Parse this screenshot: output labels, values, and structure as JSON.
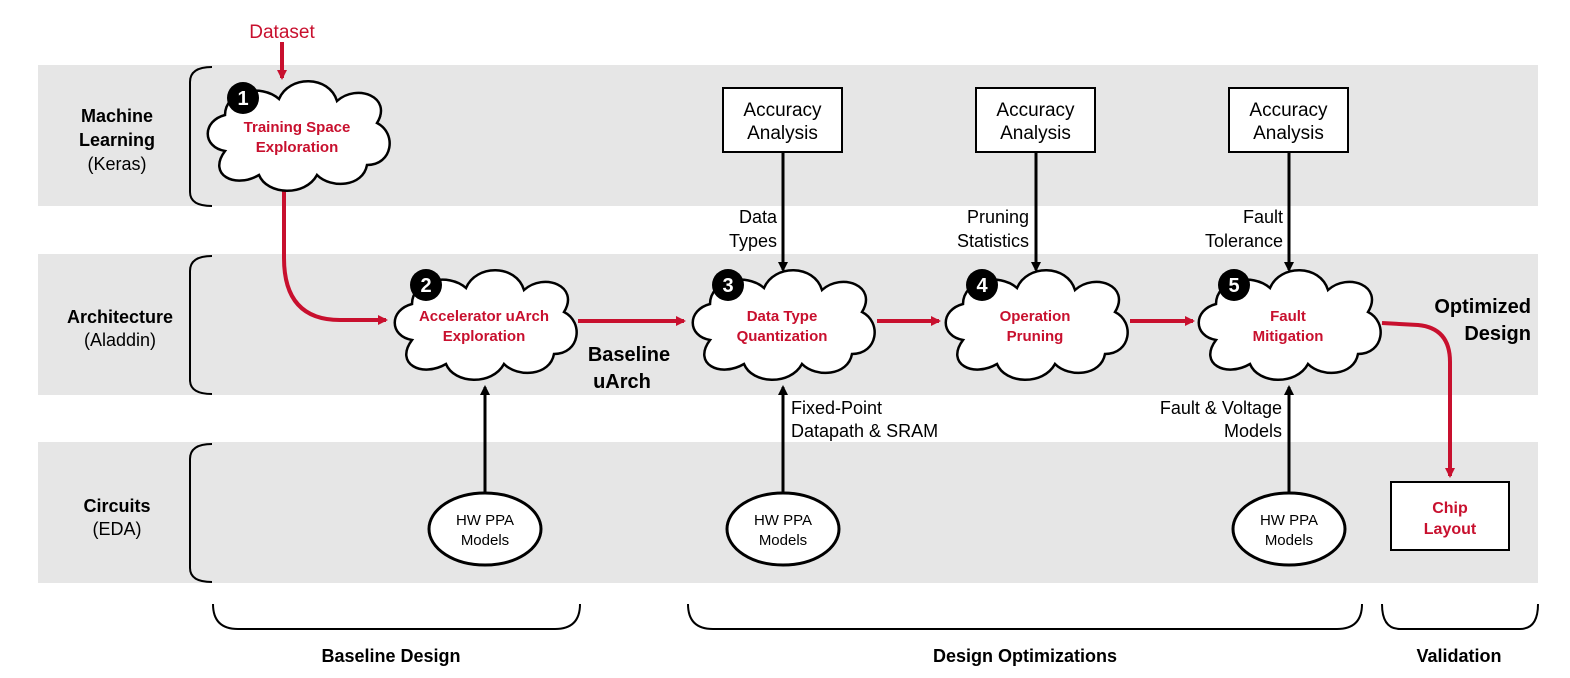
{
  "input": {
    "dataset": "Dataset"
  },
  "layers": [
    {
      "name": "Machine",
      "name2": "Learning",
      "tool": "(Keras)"
    },
    {
      "name": "Architecture",
      "tool": "(Aladdin)"
    },
    {
      "name": "Circuits",
      "tool": "(EDA)"
    }
  ],
  "steps": [
    {
      "number": "1",
      "line1": "Training Space",
      "line2": "Exploration"
    },
    {
      "number": "2",
      "line1": "Accelerator uArch",
      "line2": "Exploration"
    },
    {
      "number": "3",
      "line1": "Data Type",
      "line2": "Quantization"
    },
    {
      "number": "4",
      "line1": "Operation",
      "line2": "Pruning"
    },
    {
      "number": "5",
      "line1": "Fault",
      "line2": "Mitigation"
    }
  ],
  "accuracy_box": {
    "line1": "Accuracy",
    "line2": "Analysis"
  },
  "hw_models": {
    "line1": "HW PPA",
    "line2": "Models"
  },
  "edge_labels": {
    "data_types": [
      "Data",
      "Types"
    ],
    "pruning_stats": [
      "Pruning",
      "Statistics"
    ],
    "fault_tolerance": [
      "Fault",
      "Tolerance"
    ],
    "fixed_point": [
      "Fixed-Point",
      "Datapath & SRAM"
    ],
    "fault_voltage": [
      "Fault & Voltage",
      "Models"
    ],
    "baseline_uarch": [
      "Baseline",
      "uArch"
    ],
    "optimized_design": [
      "Optimized",
      "Design"
    ]
  },
  "chip_layout": {
    "line1": "Chip",
    "line2": "Layout"
  },
  "phases": [
    "Baseline Design",
    "Design Optimizations",
    "Validation"
  ],
  "colors": {
    "accent": "#c8102e",
    "band": "#e6e6e6",
    "ink": "#000000"
  }
}
